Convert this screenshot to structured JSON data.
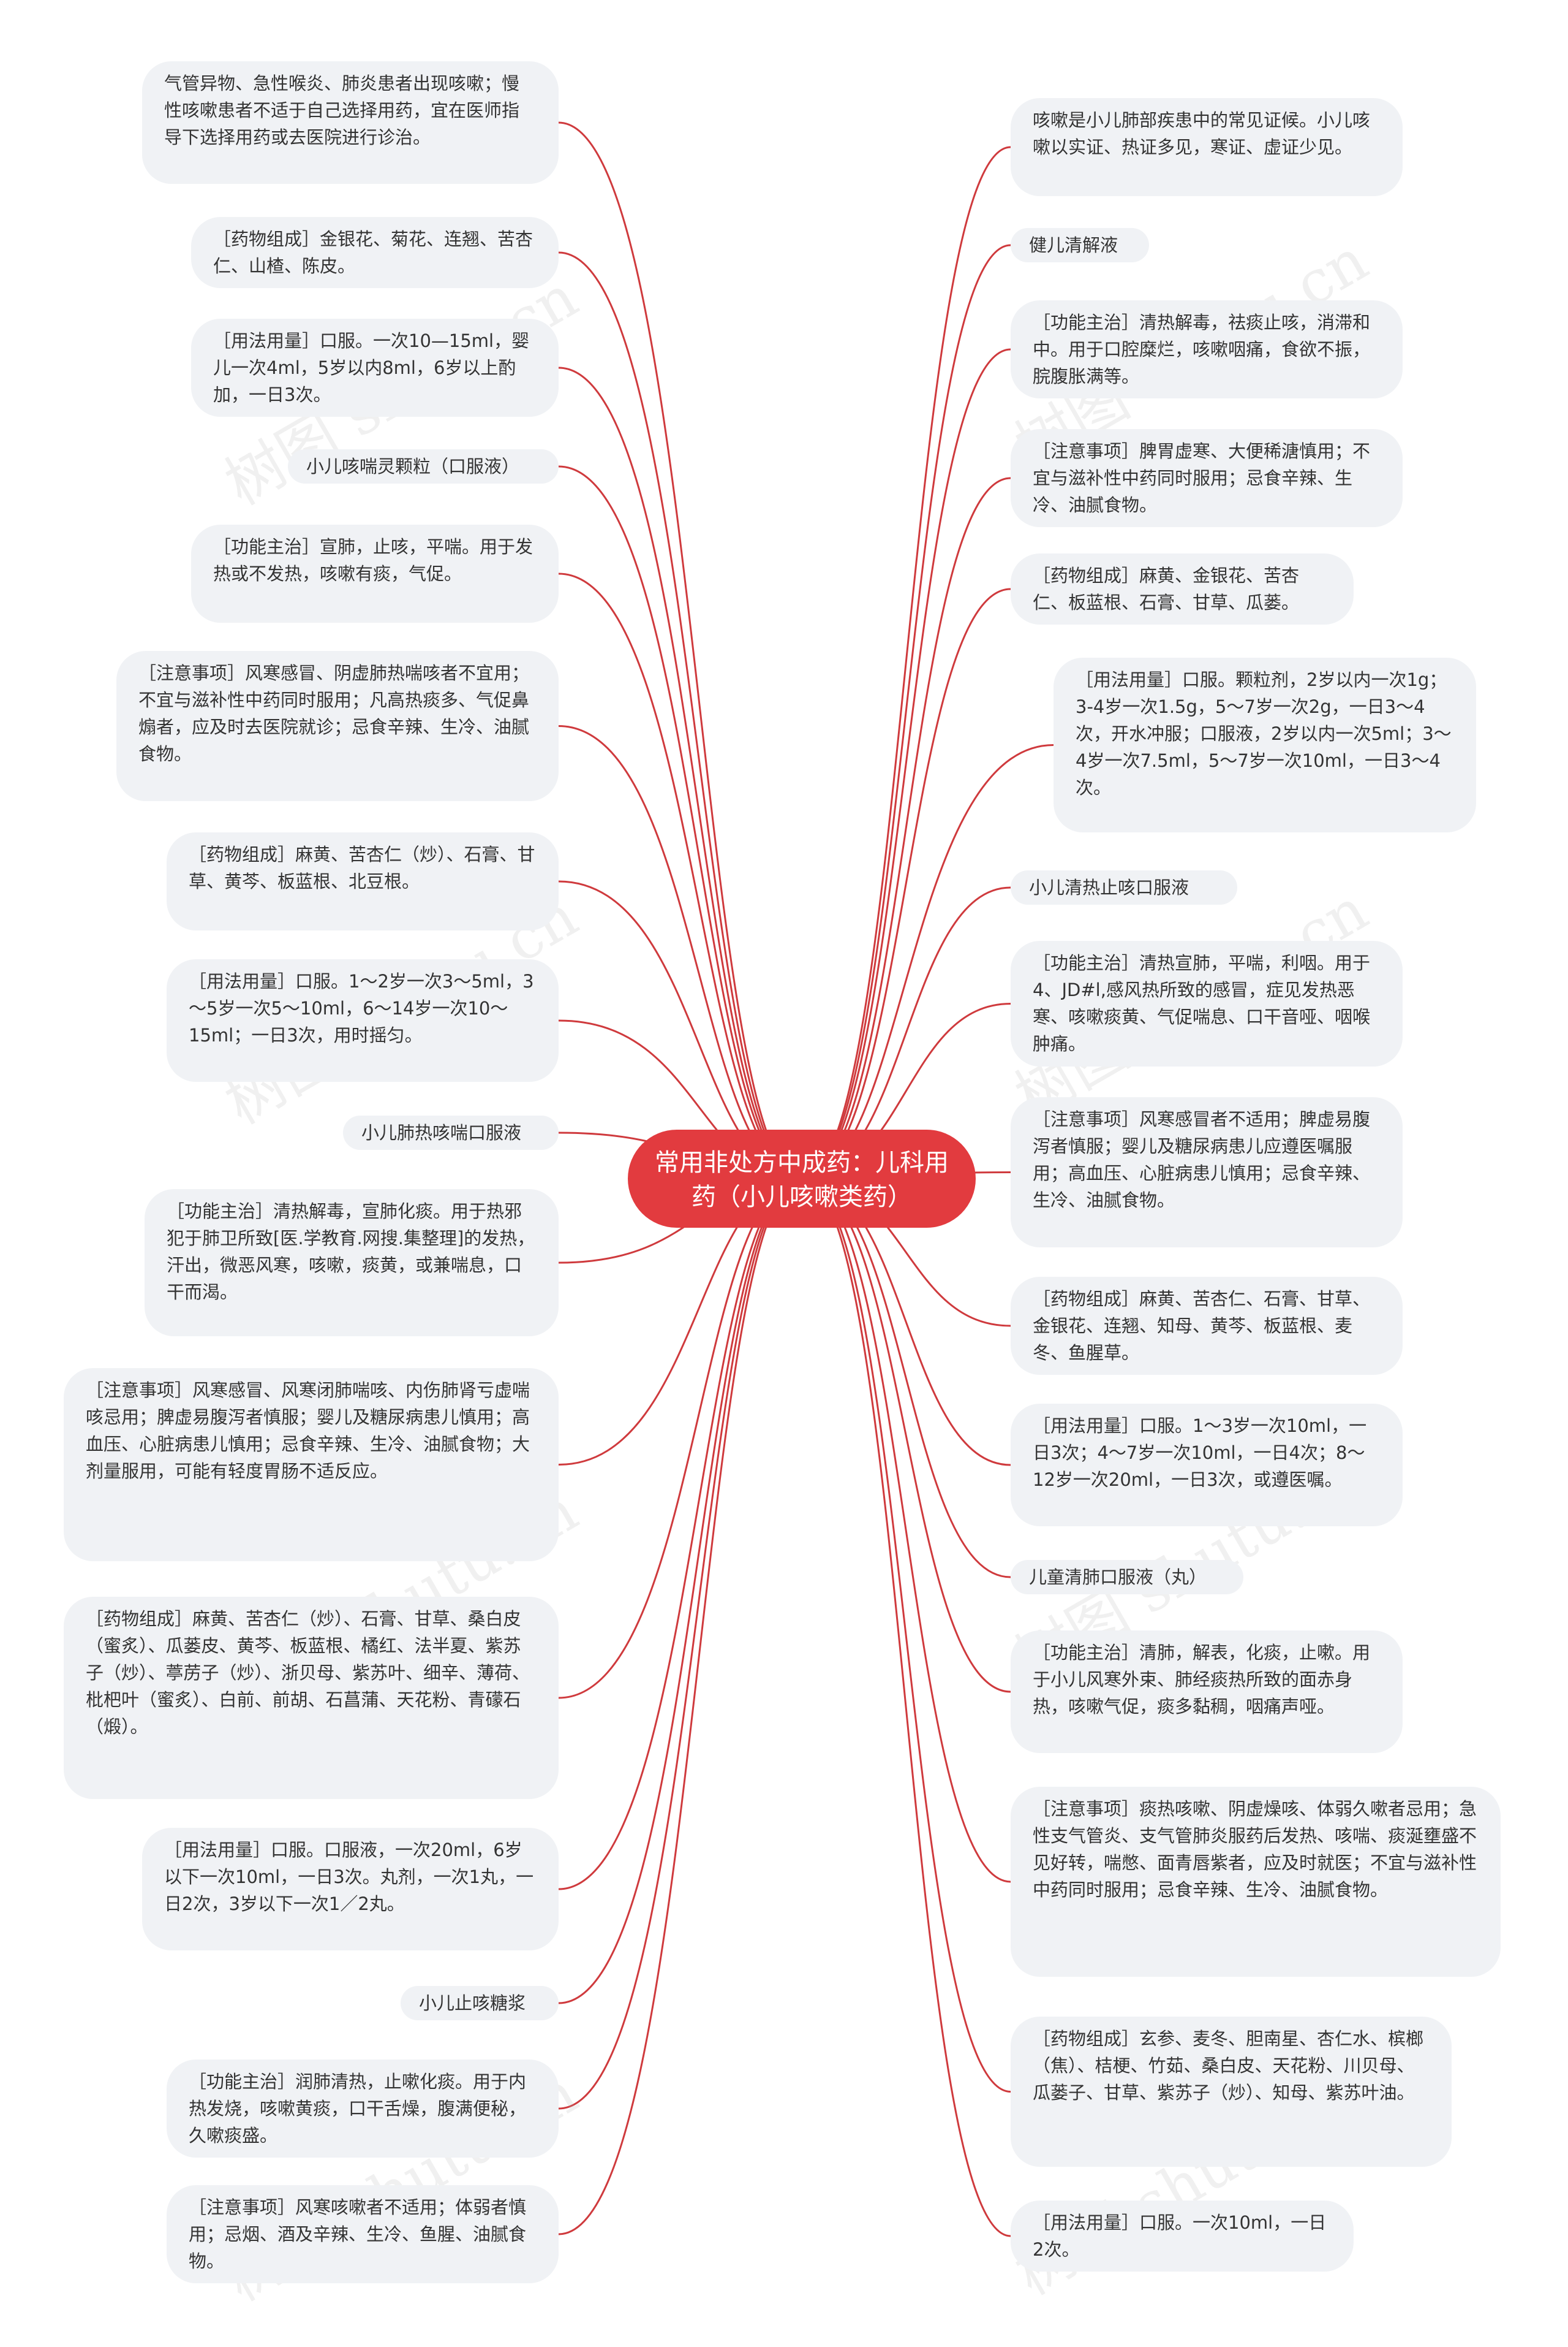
{
  "center": {
    "title": "常用非处方中成药：儿科用药（小儿咳嗽类药）"
  },
  "colors": {
    "center_fill": "#e23b3f",
    "link_stroke": "#cf3a3d",
    "node_fill": "#f0f2f5"
  },
  "watermark": "树图 shutu.cn",
  "left_nodes": [
    {
      "text": "气管异物、急性喉炎、肺炎患者出现咳嗽；慢性咳嗽患者不适于自己选择用药，宜在医师指导下选择用药或去医院进行诊治。"
    },
    {
      "text": "［药物组成］金银花、菊花、连翘、苦杏仁、山楂、陈皮。"
    },
    {
      "text": "［用法用量］口服。一次10—15ml，婴儿一次4ml，5岁以内8ml，6岁以上酌加，一日3次。"
    },
    {
      "text": "小儿咳喘灵颗粒（口服液）"
    },
    {
      "text": "［功能主治］宣肺，止咳，平喘。用于发热或不发热，咳嗽有痰，气促。"
    },
    {
      "text": "［注意事项］风寒感冒、阴虚肺热喘咳者不宜用；不宜与滋补性中药同时服用；凡高热痰多、气促鼻煽者，应及时去医院就诊；忌食辛辣、生冷、油腻食物。"
    },
    {
      "text": "［药物组成］麻黄、苦杏仁（炒）、石膏、甘草、黄芩、板蓝根、北豆根。"
    },
    {
      "text": "［用法用量］口服。1～2岁一次3～5ml，3～5岁一次5～10ml，6～14岁一次10～15ml；一日3次，用时摇匀。"
    },
    {
      "text": "小儿肺热咳喘口服液"
    },
    {
      "text": "［功能主治］清热解毒，宣肺化痰。用于热邪犯于肺卫所致[医.学教育.网搜.集整理]的发热，汗出，微恶风寒，咳嗽，痰黄，或兼喘息，口干而渴。"
    },
    {
      "text": "［注意事项］风寒感冒、风寒闭肺喘咳、内伤肺肾亏虚喘咳忌用；脾虚易腹泻者慎服；婴儿及糖尿病患儿慎用；高血压、心脏病患儿慎用；忌食辛辣、生冷、油腻食物；大剂量服用，可能有轻度胃肠不适反应。"
    },
    {
      "text": "［药物组成］麻黄、苦杏仁（炒）、石膏、甘草、桑白皮（蜜炙）、瓜蒌皮、黄芩、板蓝根、橘红、法半夏、紫苏子（炒）、葶苈子（炒）、浙贝母、紫苏叶、细辛、薄荷、枇杷叶（蜜炙）、白前、前胡、石菖蒲、天花粉、青礞石（煅）。"
    },
    {
      "text": "［用法用量］口服。口服液，一次20ml，6岁以下一次10ml，一日3次。丸剂，一次1丸，一日2次，3岁以下一次1／2丸。"
    },
    {
      "text": "小儿止咳糖浆"
    },
    {
      "text": "［功能主治］润肺清热，止嗽化痰。用于内热发烧，咳嗽黄痰，口干舌燥，腹满便秘，久嗽痰盛。"
    },
    {
      "text": "［注意事项］风寒咳嗽者不适用；体弱者慎用；忌烟、酒及辛辣、生冷、鱼腥、油腻食物。"
    }
  ],
  "right_nodes": [
    {
      "text": "咳嗽是小儿肺部疾患中的常见证候。小儿咳嗽以实证、热证多见，寒证、虚证少见。"
    },
    {
      "text": "健儿清解液"
    },
    {
      "text": "［功能主治］清热解毒，祛痰止咳，消滞和中。用于口腔糜烂，咳嗽咽痛，食欲不振，脘腹胀满等。"
    },
    {
      "text": "［注意事项］脾胃虚寒、大便稀溏慎用；不宜与滋补性中药同时服用；忌食辛辣、生冷、油腻食物。"
    },
    {
      "text": "［药物组成］麻黄、金银花、苦杏仁、板蓝根、石膏、甘草、瓜蒌。"
    },
    {
      "text": "［用法用量］口服。颗粒剂，2岁以内一次1g；3-4岁一次1.5g，5～7岁一次2g，一日3～4次，开水冲服；口服液，2岁以内一次5ml；3～4岁一次7.5ml，5～7岁一次10ml，一日3～4次。"
    },
    {
      "text": "小儿清热止咳口服液"
    },
    {
      "text": "［功能主治］清热宣肺，平喘，利咽。用于4、JD#l,感风热所致的感冒，症见发热恶寒、咳嗽痰黄、气促喘息、口干音哑、咽喉肿痛。"
    },
    {
      "text": "［注意事项］风寒感冒者不适用；脾虚易腹泻者慎服；婴儿及糖尿病患儿应遵医嘱服用；高血压、心脏病患儿慎用；忌食辛辣、生冷、油腻食物。"
    },
    {
      "text": "［药物组成］麻黄、苦杏仁、石膏、甘草、金银花、连翘、知母、黄芩、板蓝根、麦冬、鱼腥草。"
    },
    {
      "text": "［用法用量］口服。1～3岁一次10ml，一日3次；4～7岁一次10ml，一日4次；8～12岁一次20ml，一日3次，或遵医嘱。"
    },
    {
      "text": "儿童清肺口服液（丸）"
    },
    {
      "text": "［功能主治］清肺，解表，化痰，止嗽。用于小儿风寒外束、肺经痰热所致的面赤身热，咳嗽气促，痰多黏稠，咽痛声哑。"
    },
    {
      "text": "［注意事项］痰热咳嗽、阴虚燥咳、体弱久嗽者忌用；急性支气管炎、支气管肺炎服药后发热、咳喘、痰涎壅盛不见好转，喘憋、面青唇紫者，应及时就医；不宜与滋补性中药同时服用；忌食辛辣、生冷、油腻食物。"
    },
    {
      "text": "［药物组成］玄参、麦冬、胆南星、杏仁水、槟榔（焦）、桔梗、竹茹、桑白皮、天花粉、川贝母、瓜蒌子、甘草、紫苏子（炒）、知母、紫苏叶油。"
    },
    {
      "text": "［用法用量］口服。一次10ml，一日2次。"
    }
  ]
}
